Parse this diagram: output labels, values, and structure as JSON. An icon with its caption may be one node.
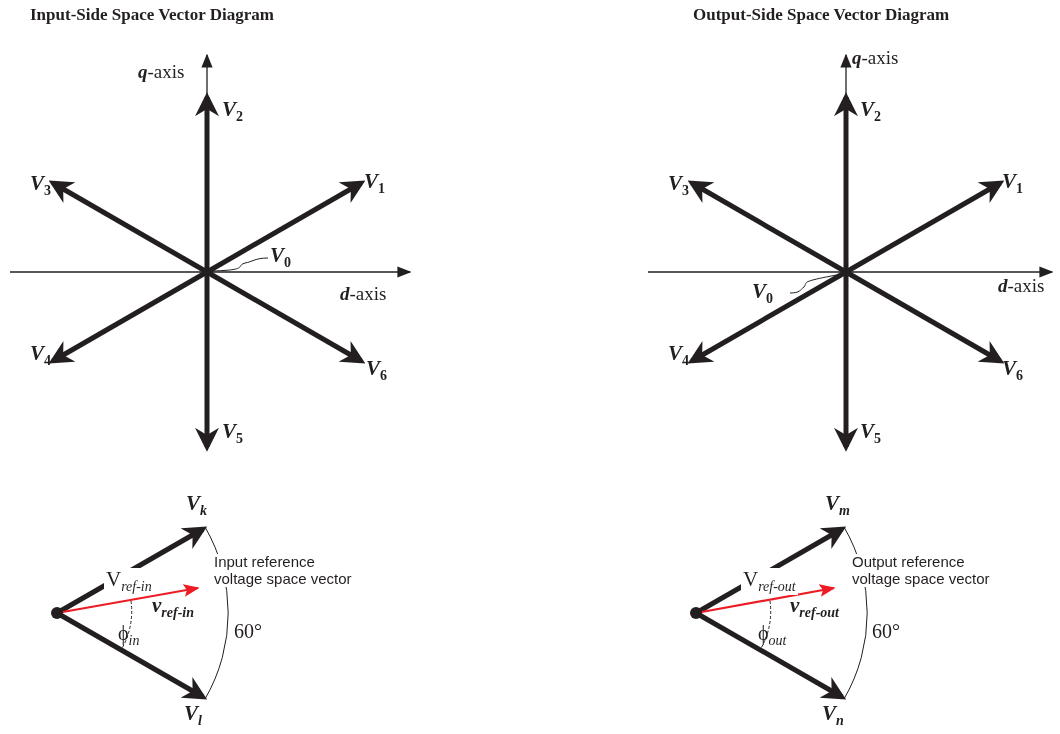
{
  "diagram": {
    "nodes": [
      {
        "text": [
          "V$_{0}$"
        ]
      },
      {
        "text": [
          "V$_{0}$"
        ]
      }
    ],
    "edges": [
      {
        "from": 0,
        "to": null,
        "arrow": "none"
      },
      {
        "from": 1,
        "to": null,
        "arrow": "none"
      }
    ],
    "labels": [
      "Input-Side Space Vector Diagram",
      "Output-Side Space Vector Diagram",
      "**q**-axis",
      "V$_{2}$",
      "V$_{3}$",
      "V$_{1}$",
      "**d**-axis",
      "V$_{4}$",
      "V$_{6}$",
      "V$_{5}$",
      "**q**-axis",
      "V$_{2}$",
      "V$_{3}$",
      "V$_{1}$",
      "**d**-axis",
      "V$_{4}$",
      "V$_{6}$",
      "V$_{5}$",
      "V$_{k}$",
      "V$_{ref-in}$",
      "Input reference voltage space vector",
      "v$_{ref-in}$",
      "ϕ$_{in}$",
      "60°",
      "V$_{l}$",
      "V$_{m}$",
      "V$_{ref-out}$",
      "Output reference voltage space vector",
      "v$_{ref-out}$",
      "ϕ$_{out}$",
      "60°",
      "V$_{n}$"
    ]
  }
}
